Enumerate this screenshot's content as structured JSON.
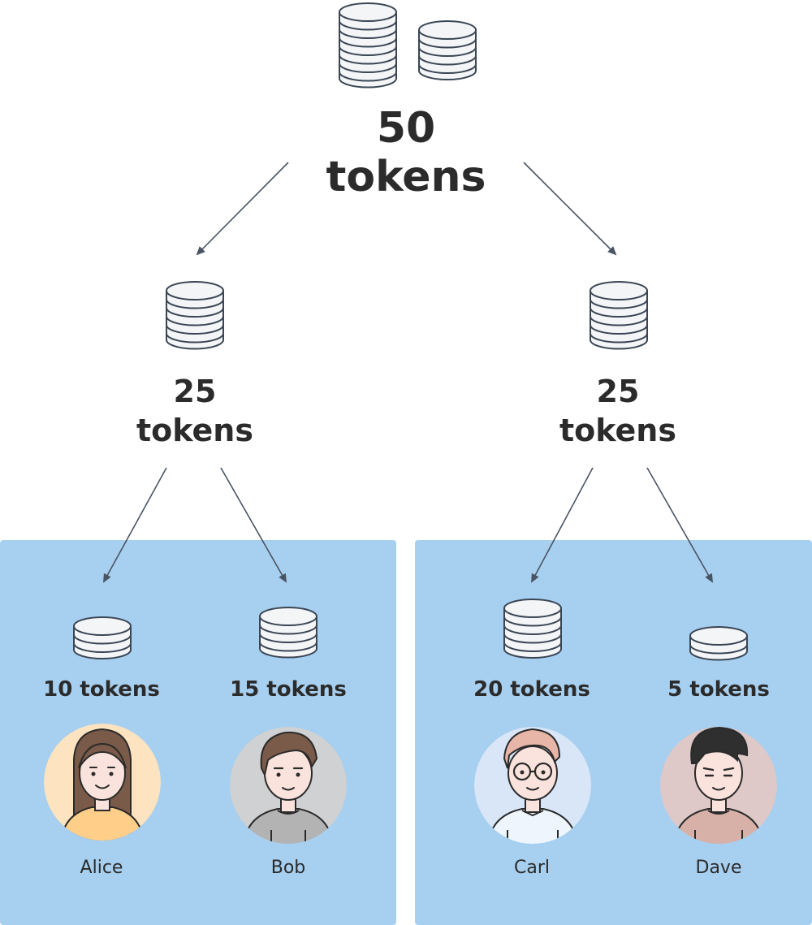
{
  "root": {
    "amount": "50",
    "unit": "tokens"
  },
  "branches": [
    {
      "amount": "25",
      "unit": "tokens"
    },
    {
      "amount": "25",
      "unit": "tokens"
    }
  ],
  "people": [
    {
      "name": "Alice",
      "tokens": "10 tokens"
    },
    {
      "name": "Bob",
      "tokens": "15 tokens"
    },
    {
      "name": "Carl",
      "tokens": "20 tokens"
    },
    {
      "name": "Dave",
      "tokens": "5 tokens"
    }
  ],
  "colors": {
    "panel": "#a7cfef",
    "coin_fill": "#f3f5f7",
    "coin_stroke": "#3a4654",
    "arrow": "#4a5563",
    "text": "#2b2b2b"
  },
  "icons": [
    "coin-stack-icon",
    "avatar-alice",
    "avatar-bob",
    "avatar-carl",
    "avatar-dave"
  ]
}
